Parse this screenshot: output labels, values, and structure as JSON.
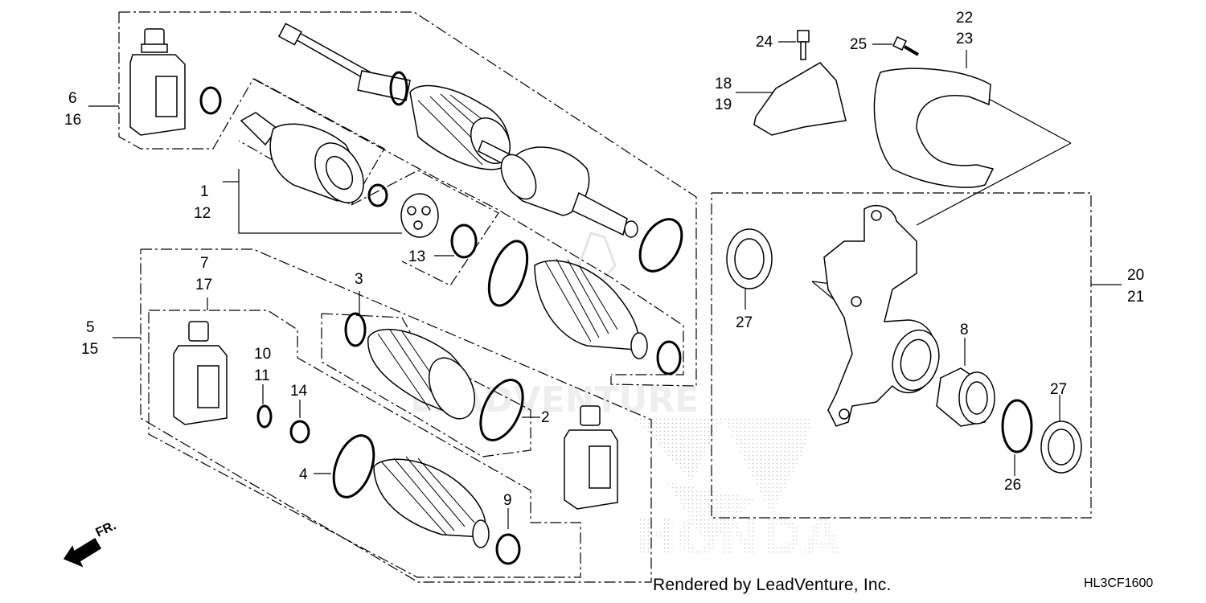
{
  "footer": {
    "credit": "Rendered by LeadVenture, Inc.",
    "diagram_code": "HL3CF1600"
  },
  "watermark": {
    "brand": "HONDA",
    "dealer": "LEADVENTURE"
  },
  "direction": {
    "label": "FR."
  },
  "callouts": {
    "c1": "1",
    "c12": "12",
    "c2": "2",
    "c3": "3",
    "c4": "4",
    "c5": "5",
    "c15": "15",
    "c6": "6",
    "c16": "16",
    "c7": "7",
    "c17": "17",
    "c8": "8",
    "c9": "9",
    "c10": "10",
    "c11": "11",
    "c13": "13",
    "c14": "14",
    "c18": "18",
    "c19": "19",
    "c20": "20",
    "c21": "21",
    "c22": "22",
    "c23": "23",
    "c24": "24",
    "c25": "25",
    "c26": "26",
    "c27a": "27",
    "c27b": "27"
  }
}
